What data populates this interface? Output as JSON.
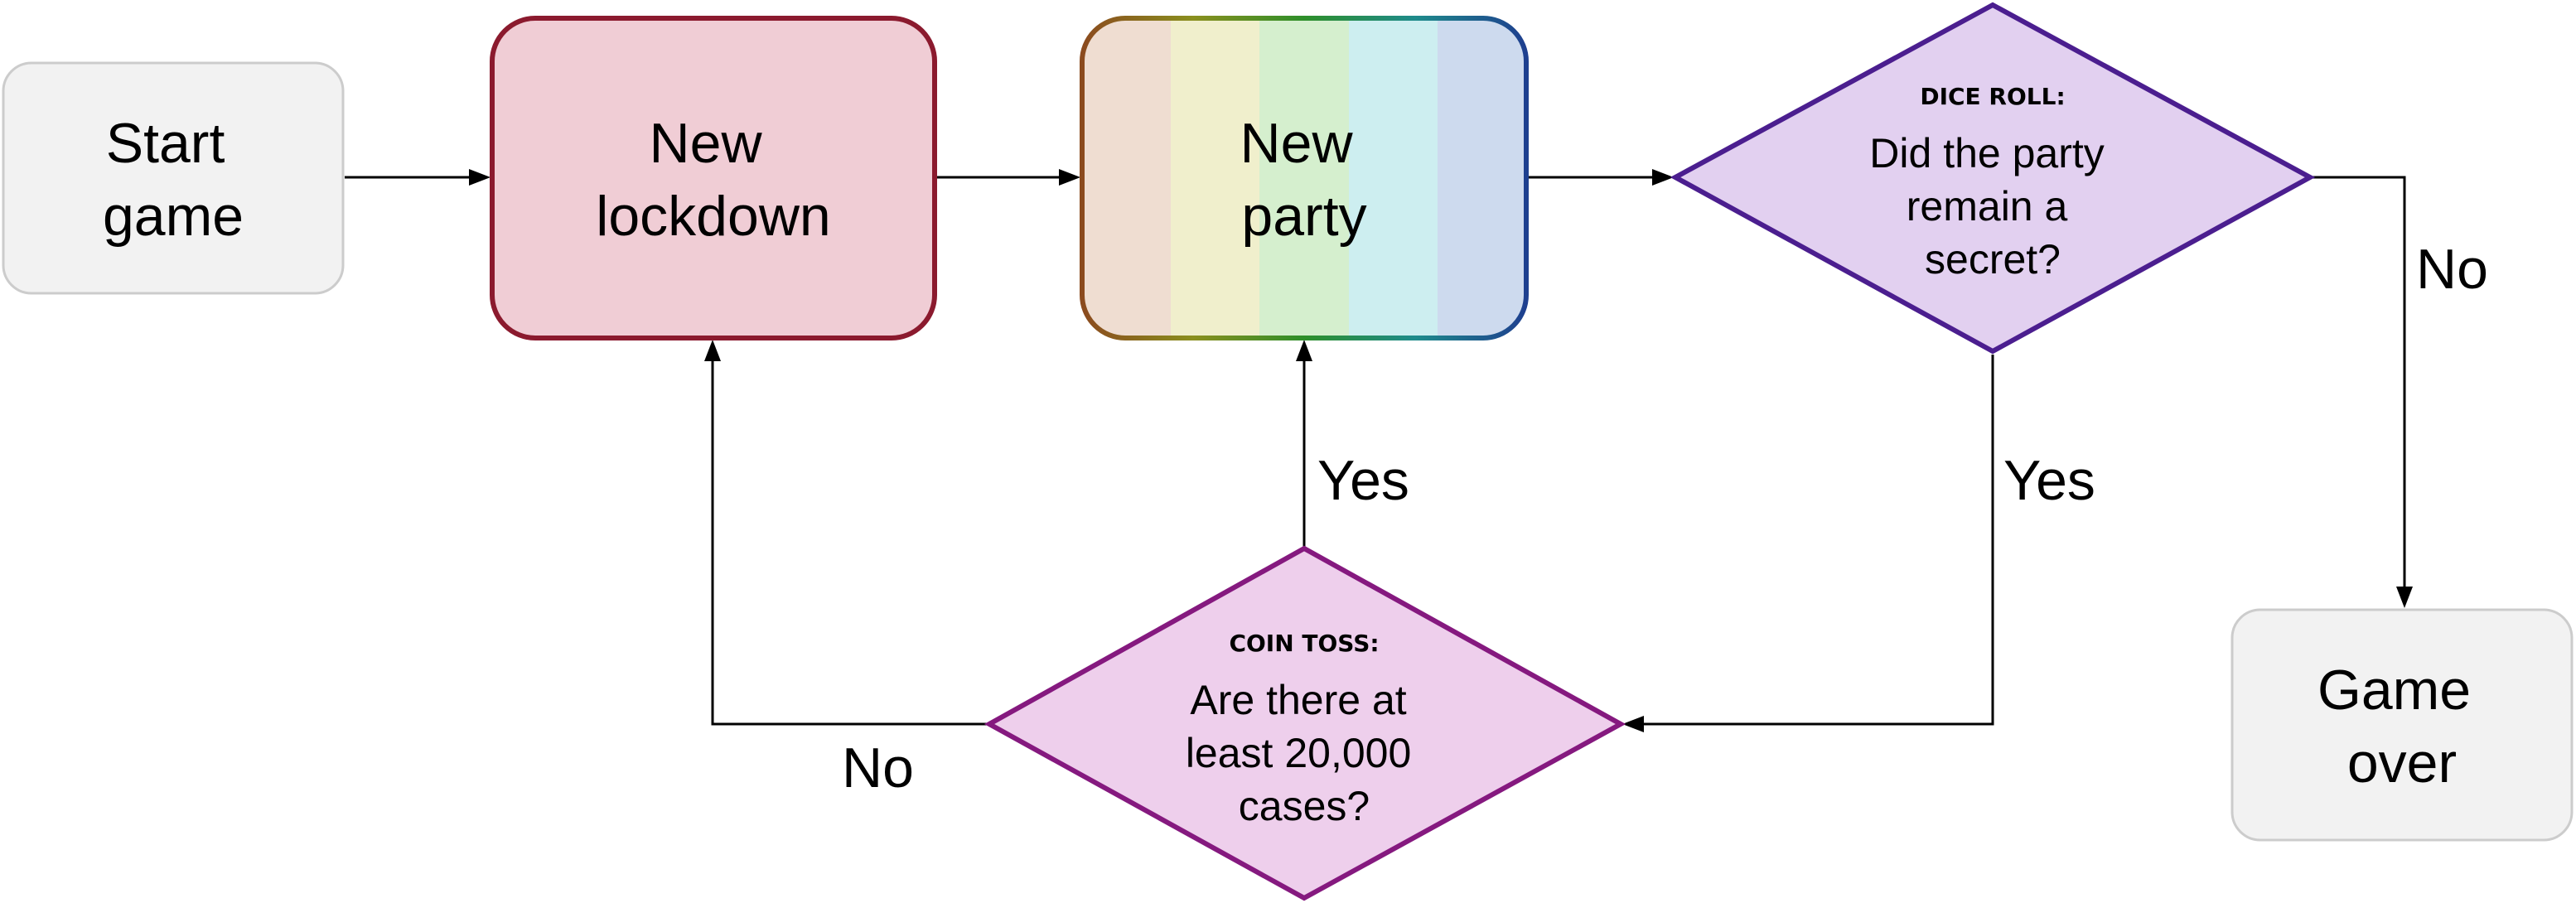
{
  "nodes": {
    "start": {
      "line1": "Start",
      "line2": "game"
    },
    "lockdown": {
      "line1": "New",
      "line2": "lockdown"
    },
    "party": {
      "line1": "New",
      "line2": "party"
    },
    "dice": {
      "heading": "DICE ROLL:",
      "line1": "Did the party",
      "line2": "remain a",
      "line3": "secret?"
    },
    "coin": {
      "heading": "COIN TOSS:",
      "line1": "Are there at",
      "line2": "least 20,000",
      "line3": "cases?"
    },
    "gameover": {
      "line1": "Game",
      "line2": "over"
    }
  },
  "edges": {
    "dice_no": "No",
    "dice_yes": "Yes",
    "coin_yes": "Yes",
    "coin_no": "No"
  },
  "colors": {
    "start_fill": "#f2f2f2",
    "start_stroke": "#cccccc",
    "lockdown_fill": "#f0cdd5",
    "lockdown_stroke": "#8b1a2e",
    "party_stripes": [
      "#efddd1",
      "#f0efcc",
      "#d5efce",
      "#cdeef0",
      "#cddaee"
    ],
    "party_stroke_gradient": [
      "#8b4a1e",
      "#8a8f1e",
      "#2e8f2a",
      "#1e8b8b",
      "#1e3f8f"
    ],
    "dice_fill": "#e2d0f0",
    "dice_stroke": "#4b1e8f",
    "coin_fill": "#eecfec",
    "coin_stroke": "#85197f",
    "gameover_fill": "#f2f2f2",
    "gameover_stroke": "#cccccc"
  }
}
